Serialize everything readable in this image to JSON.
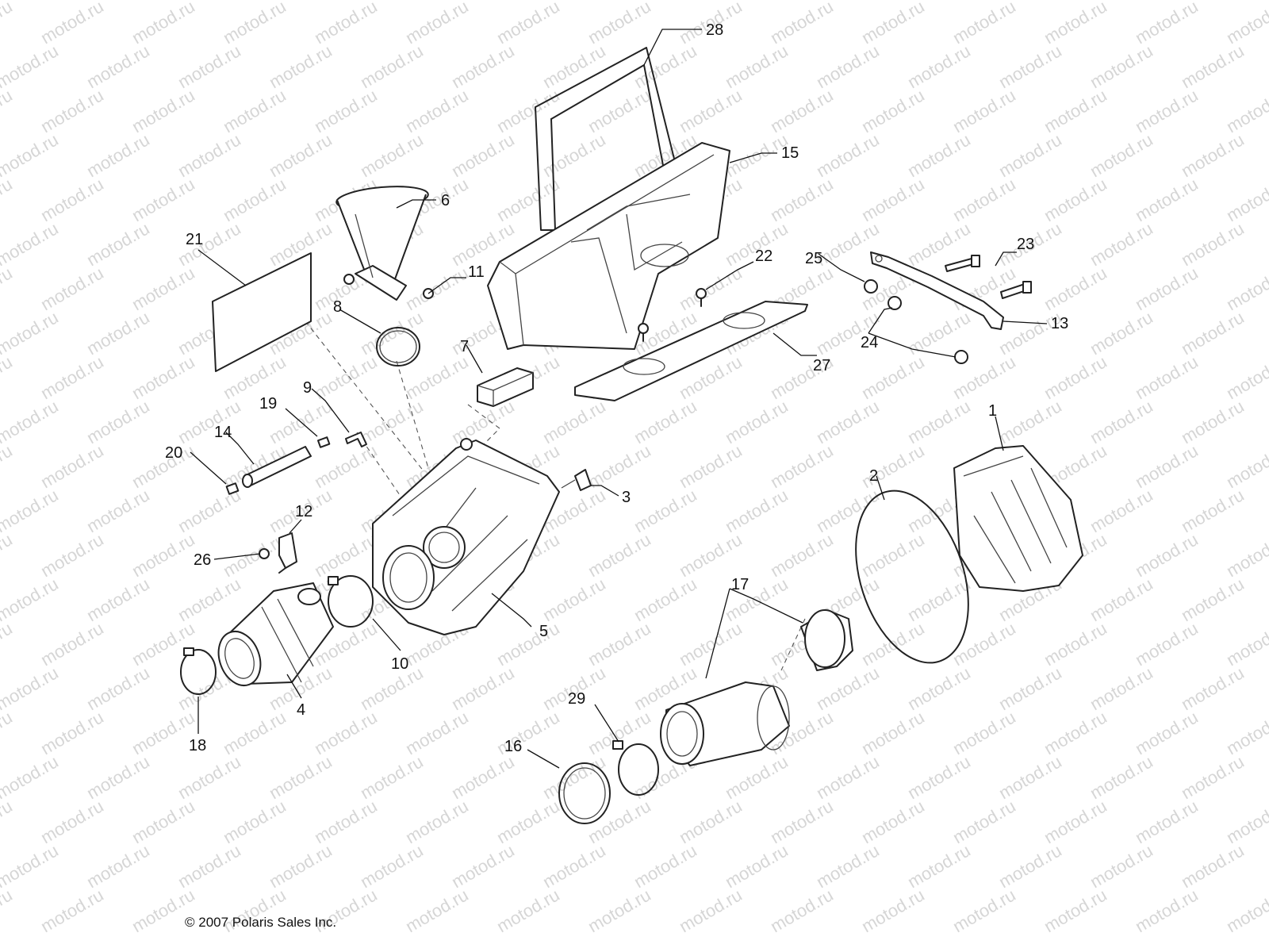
{
  "watermark": {
    "text": "motod.ru"
  },
  "copyright": "© 2007 Polaris Sales Inc.",
  "callouts": {
    "c1": "1",
    "c2": "2",
    "c3": "3",
    "c4": "4",
    "c5": "5",
    "c6": "6",
    "c7": "7",
    "c8": "8",
    "c9": "9",
    "c10": "10",
    "c11": "11",
    "c12": "12",
    "c13": "13",
    "c14": "14",
    "c15": "15",
    "c16": "16",
    "c17": "17",
    "c18": "18",
    "c19": "19",
    "c20": "20",
    "c21": "21",
    "c22": "22",
    "c23": "23",
    "c24": "24",
    "c25": "25",
    "c26": "26",
    "c27": "27",
    "c28": "28",
    "c29": "29"
  }
}
